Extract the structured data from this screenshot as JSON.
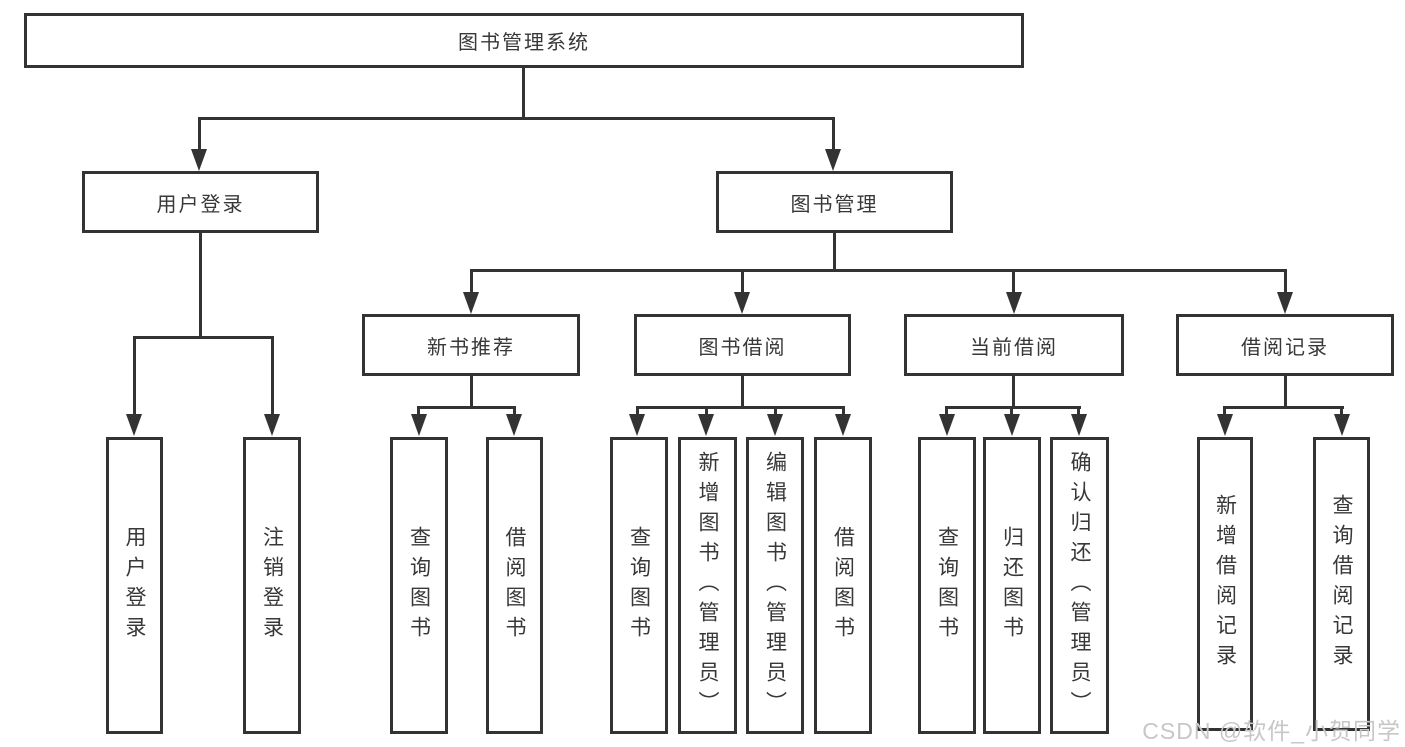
{
  "tree": {
    "root": "图书管理系统",
    "user_login": {
      "label": "用户登录",
      "children": [
        "用户登录",
        "注销登录"
      ]
    },
    "book_mgmt": {
      "label": "图书管理",
      "groups": [
        {
          "label": "新书推荐",
          "children": [
            "查询图书",
            "借阅图书"
          ]
        },
        {
          "label": "图书借阅",
          "children": [
            "查询图书",
            "新增图书（管理员）",
            "编辑图书（管理员）",
            "借阅图书"
          ]
        },
        {
          "label": "当前借阅",
          "children": [
            "查询图书",
            "归还图书",
            "确认归还（管理员）"
          ]
        },
        {
          "label": "借阅记录",
          "children": [
            "新增借阅记录",
            "查询借阅记录"
          ]
        }
      ]
    }
  },
  "watermark": {
    "text": "CSDN @软件_小贺同学"
  },
  "colors": {
    "line": "#333333",
    "border": "#333333",
    "text": "#383838",
    "watermark": "#c7c7c7",
    "background": "#ffffff"
  }
}
